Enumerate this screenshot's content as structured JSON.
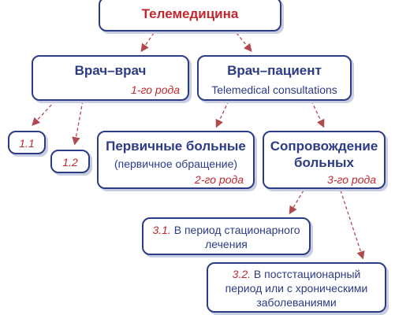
{
  "root": {
    "title": "Телемедицина"
  },
  "doctor_doctor": {
    "title": "Врач–врач",
    "type": "1-го рода"
  },
  "doctor_patient": {
    "title": "Врач–пациент",
    "subtitle": "Telemedical consultations"
  },
  "item_1_1": {
    "label": "1.1"
  },
  "item_1_2": {
    "label": "1.2"
  },
  "primary": {
    "title": "Первичные больные",
    "subtitle": "(первичное обращение)",
    "type": "2-го рода"
  },
  "follow_up": {
    "title_line1": "Сопровождение",
    "title_line2": "больных",
    "type": "3-го рода"
  },
  "item_3_1": {
    "number": "3.1.",
    "text_line1": "В период стационарного",
    "text_line2": "лечения"
  },
  "item_3_2": {
    "number": "3.2.",
    "text_line1": "В постстационарный",
    "text_line2": "период или с хроническими",
    "text_line3": "заболеваниями"
  },
  "colors": {
    "border": "#2c3b85",
    "accent": "#c1272d",
    "arrow": "#b04a50"
  }
}
